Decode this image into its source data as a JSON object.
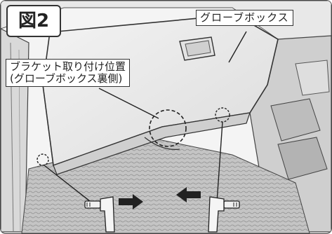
{
  "figure": {
    "tag": "図2"
  },
  "labels": {
    "glovebox": "グローブボックス",
    "bracket_line1": "ブラケット取り付け位置",
    "bracket_line2": "(グローブボックス裏側)"
  },
  "colors": {
    "outline": "#333333",
    "panel_light": "#eeeeee",
    "panel_mid": "#d6d6d6",
    "carpet": "#bdbdbd",
    "arrow": "#222222"
  },
  "icons": [
    "screw-icon",
    "screw-icon",
    "arrow-right-icon",
    "arrow-left-icon"
  ]
}
